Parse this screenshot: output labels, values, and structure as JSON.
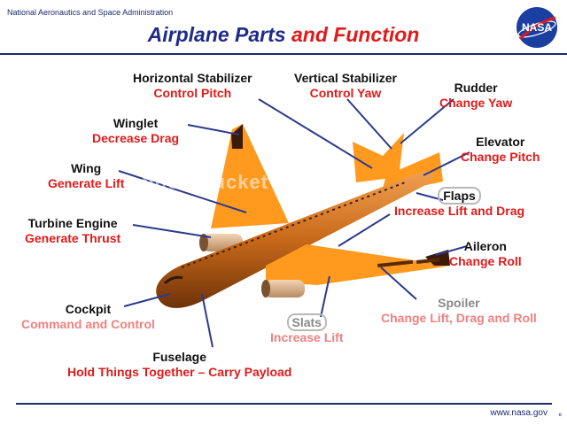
{
  "header": {
    "agency": "National Aeronautics and Space Administration",
    "logo_text": "NASA",
    "title_part1": "Airplane Parts",
    "title_part2": "and Function"
  },
  "footer": {
    "url": "www.nasa.gov",
    "corner_mark": "e"
  },
  "watermark": "photobucket",
  "labels": {
    "horizontal_stabilizer": {
      "name": "Horizontal Stabilizer",
      "function": "Control   Pitch"
    },
    "vertical_stabilizer": {
      "name": "Vertical Stabilizer",
      "function": "Control   Yaw"
    },
    "rudder": {
      "name": "Rudder",
      "function": "Change Yaw"
    },
    "winglet": {
      "name": "Winglet",
      "function": "Decrease Drag"
    },
    "elevator": {
      "name": "Elevator",
      "function": "Change   Pitch"
    },
    "wing": {
      "name": "Wing",
      "function": "Generate Lift"
    },
    "flaps": {
      "name": "Flaps",
      "function": "Increase Lift  and Drag"
    },
    "turbine_engine": {
      "name": "Turbine  Engine",
      "function": "Generate  Thrust"
    },
    "aileron": {
      "name": "Aileron",
      "function": "Change Roll"
    },
    "cockpit": {
      "name": "Cockpit",
      "function": "Command and Control"
    },
    "spoiler": {
      "name": "Spoiler",
      "function": "Change Lift, Drag and Roll"
    },
    "slats": {
      "name": "Slats",
      "function": "Increase Lift"
    },
    "fuselage": {
      "name": "Fuselage",
      "function": "Hold Things Together – Carry Payload"
    }
  },
  "colors": {
    "fuselage": "#c8691a",
    "wing": "#ff9a1f",
    "title_blue": "#1f2a8a",
    "function_red": "#e01a1a",
    "leader_line": "#2d3a8c"
  }
}
